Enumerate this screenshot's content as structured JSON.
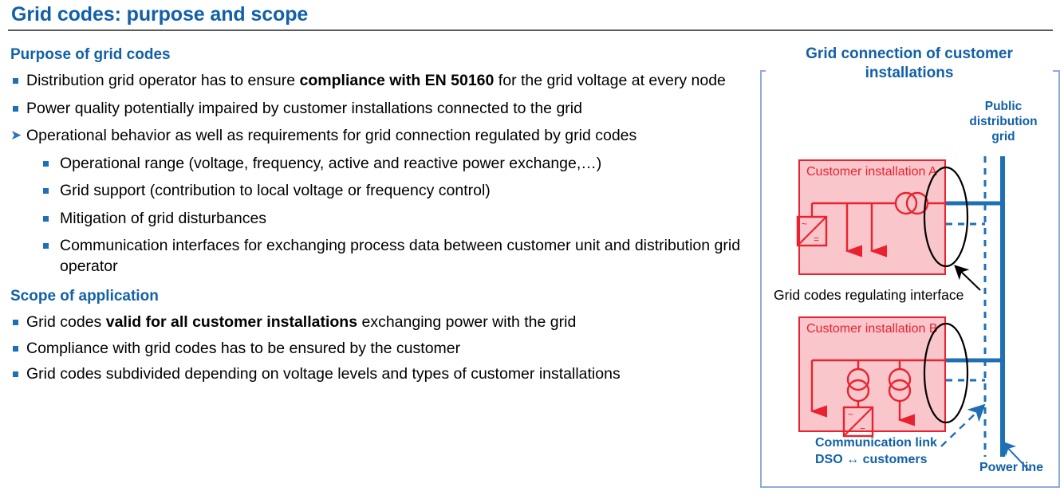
{
  "slide": {
    "title": "Grid codes: purpose and scope",
    "accent_blue": "#1260A8",
    "bullet_blue": "#1F6FB5",
    "rule_gray": "#595959",
    "box_red": "#E8232F",
    "box_fill": "#F9C6CC",
    "panel_border": "#8FAADC",
    "power_line_blue": "#1F6FB5"
  },
  "sections": [
    {
      "heading": "Purpose of grid codes",
      "bullets": [
        {
          "marker": "square",
          "parts": [
            {
              "text": "Distribution grid operator has to ensure ",
              "bold": false
            },
            {
              "text": "compliance with EN 50160",
              "bold": true
            },
            {
              "text": " for the grid voltage at every node",
              "bold": false
            }
          ]
        },
        {
          "marker": "square",
          "parts": [
            {
              "text": "Power quality potentially impaired by customer installations connected to the grid",
              "bold": false
            }
          ]
        },
        {
          "marker": "arrow",
          "parts": [
            {
              "text": "Operational behavior as well as requirements for grid connection regulated by grid codes",
              "bold": false
            }
          ],
          "subitems": [
            "Operational range (voltage, frequency, active and reactive power exchange,…)",
            "Grid support (contribution to local voltage or frequency control)",
            "Mitigation of grid disturbances",
            "Communication interfaces for exchanging process data between customer unit and distribution grid operator"
          ]
        }
      ]
    },
    {
      "heading": "Scope of application",
      "bullets": [
        {
          "marker": "square",
          "parts": [
            {
              "text": "Grid codes ",
              "bold": false
            },
            {
              "text": "valid for all customer installations",
              "bold": true
            },
            {
              "text": " exchanging power with the grid",
              "bold": false
            }
          ]
        },
        {
          "marker": "square",
          "parts": [
            {
              "text": "Compliance with grid codes has to be ensured by the customer",
              "bold": false
            }
          ]
        },
        {
          "marker": "square",
          "parts": [
            {
              "text": "Grid codes subdivided depending on voltage levels and types of customer installations",
              "bold": false
            }
          ]
        }
      ]
    }
  ],
  "diagram": {
    "title": "Grid connection of customer installations",
    "public_grid_label": "Public distribution grid",
    "installation_a_label": "Customer installation A",
    "installation_b_label": "Customer installation B",
    "interface_label": "Grid codes regulating interface",
    "communication_label_line1": "Communication link",
    "communication_label_line2": "DSO ↔ customers",
    "power_line_label": "Power line",
    "symbols": {
      "inverter_ac": "~",
      "inverter_dc": "=",
      "transformer": "two-overlapping-circles",
      "load": "down-arrow"
    }
  }
}
